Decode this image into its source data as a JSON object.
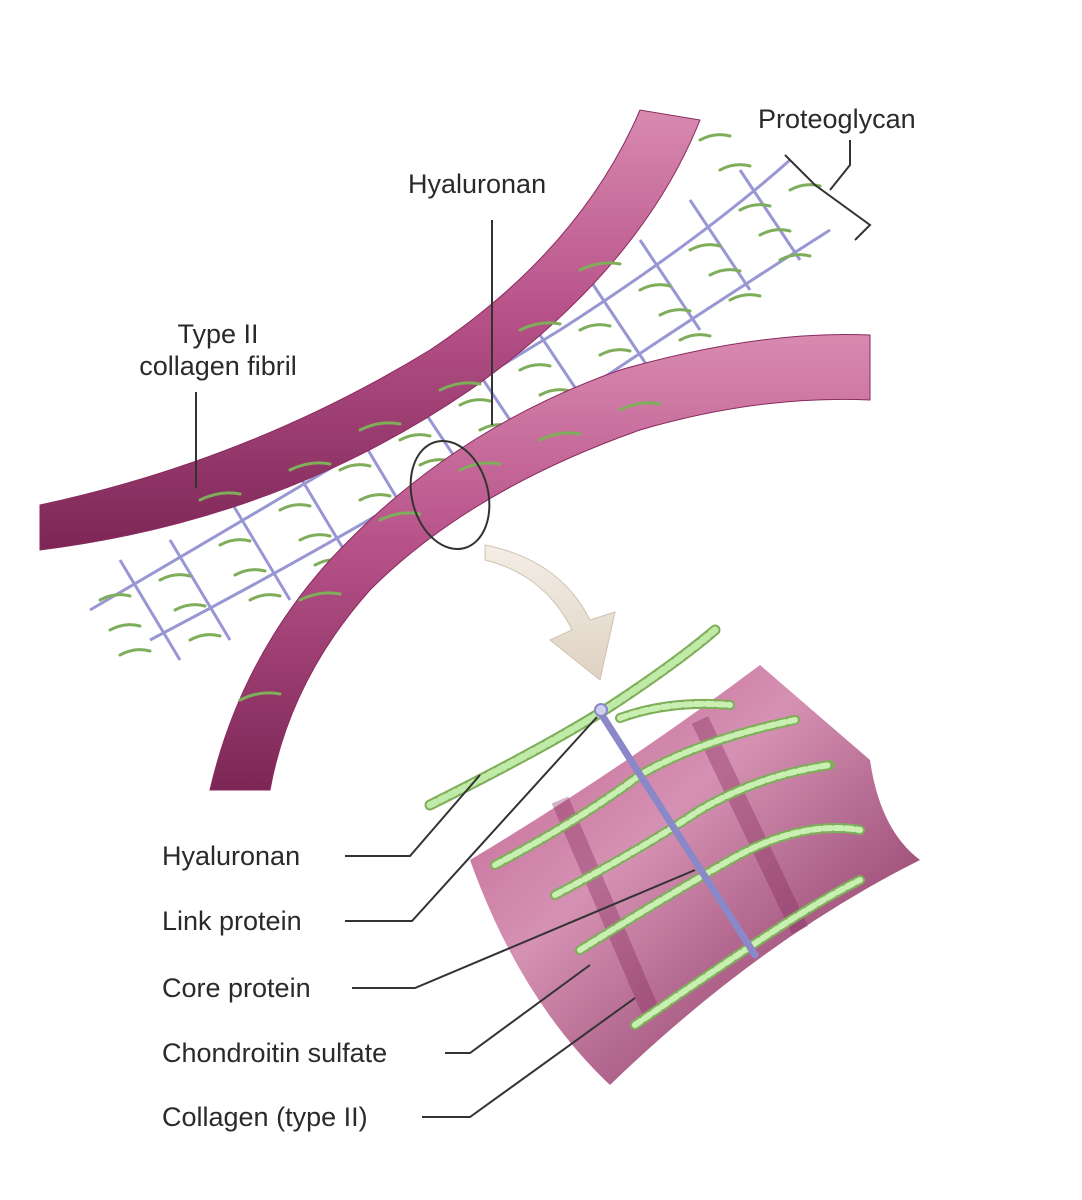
{
  "diagram": {
    "labels": {
      "proteoglycan": "Proteoglycan",
      "hyaluronan_top": "Hyaluronan",
      "collagen_fibril_line1": "Type II",
      "collagen_fibril_line2": "collagen fibril",
      "hyaluronan": "Hyaluronan",
      "link_protein": "Link protein",
      "core_protein": "Core protein",
      "chondroitin_sulfate": "Chondroitin sulfate",
      "collagen_type2": "Collagen (type II)"
    },
    "colors": {
      "collagen_fibril": "#b04a82",
      "collagen_dark": "#8a2a5e",
      "collagen_light": "#d88ab0",
      "chondroitin_sulfate": "#7fae5a",
      "chondroitin_bead": "#bfeaa8",
      "core_protein": "#8a88c8",
      "zoom_arrow": "#ece4d8",
      "leader_line": "#333333"
    }
  }
}
